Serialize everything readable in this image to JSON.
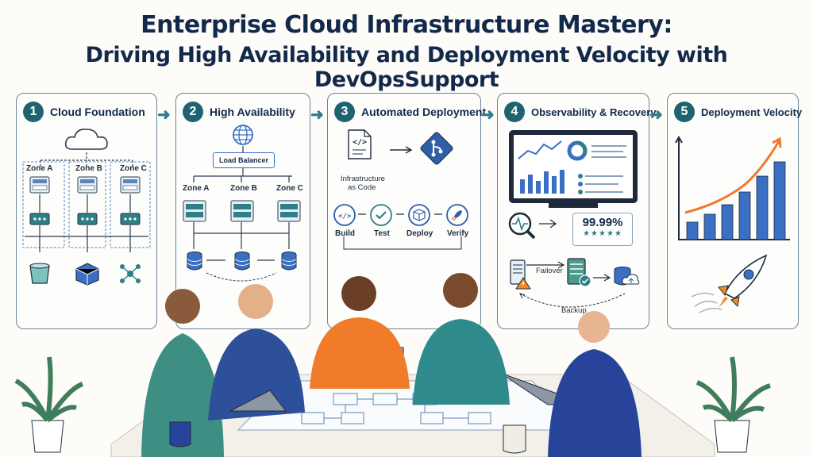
{
  "header": {
    "title_line1": "Enterprise Cloud Infrastructure Mastery:",
    "title_line2": "Driving High Availability and Deployment Velocity with DevOpsSupport"
  },
  "panels": [
    {
      "number": "1",
      "title": "Cloud Foundation",
      "zones": [
        "Zone A",
        "Zone B",
        "Zone C"
      ]
    },
    {
      "number": "2",
      "title": "High Availability",
      "load_balancer": "Load Balancer",
      "zones": [
        "Zone A",
        "Zone B",
        "Zone C"
      ]
    },
    {
      "number": "3",
      "title": "Automated Deployment",
      "iac_line1": "Infrastructure",
      "iac_line2": "as Code",
      "steps": [
        "Build",
        "Test",
        "Deploy",
        "Verify"
      ]
    },
    {
      "number": "4",
      "title": "Observability & Recovery",
      "uptime": "99.99%",
      "failover": "Failover",
      "backup": "Backup"
    },
    {
      "number": "5",
      "title": "Deployment Velocity"
    }
  ],
  "colors": {
    "accent_teal": "#1e6470",
    "title_navy": "#13294b",
    "chart_blue": "#3a6fc4",
    "trend_orange": "#f0782d",
    "warning_orange": "#f08a24"
  }
}
